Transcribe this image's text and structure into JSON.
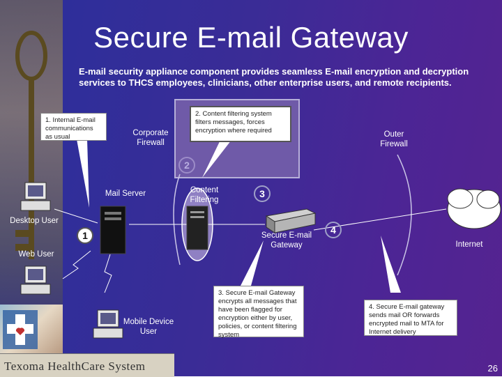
{
  "slide": {
    "title": "Secure E-mail Gateway",
    "subtitle": "E-mail security appliance component provides seamless E-mail encryption and decryption services to THCS employees, clinicians, other enterprise users, and remote recipients.",
    "page_number": "26"
  },
  "callouts": {
    "internal": "1. Internal E-mail communications as usual",
    "filtering": "2. Content filtering system filters messages, forces encryption where required",
    "gateway": "3. Secure E-mail Gateway encrypts all messages that have been flagged for encryption either by user, policies, or content filtering system",
    "outbound": "4. Secure E-mail gateway sends mail OR forwards encrypted mail to MTA for Internet delivery"
  },
  "labels": {
    "corporate_firewall": "Corporate Firewall",
    "outer_firewall": "Outer Firewall",
    "mail_server": "Mail Server",
    "content_filtering": "Content Filtering",
    "secure_gateway": "Secure E-mail Gateway",
    "internet": "Internet",
    "desktop_user": "Desktop User",
    "web_user": "Web User",
    "mobile_user": "Mobile Device User"
  },
  "steps": {
    "one": "1",
    "two": "2",
    "three": "3",
    "four": "4"
  },
  "footer": {
    "organization": "Texoma HealthCare System"
  },
  "colors": {
    "background": "#3a2c96",
    "panel": "#6f5aa8",
    "text": "#ffffff"
  }
}
